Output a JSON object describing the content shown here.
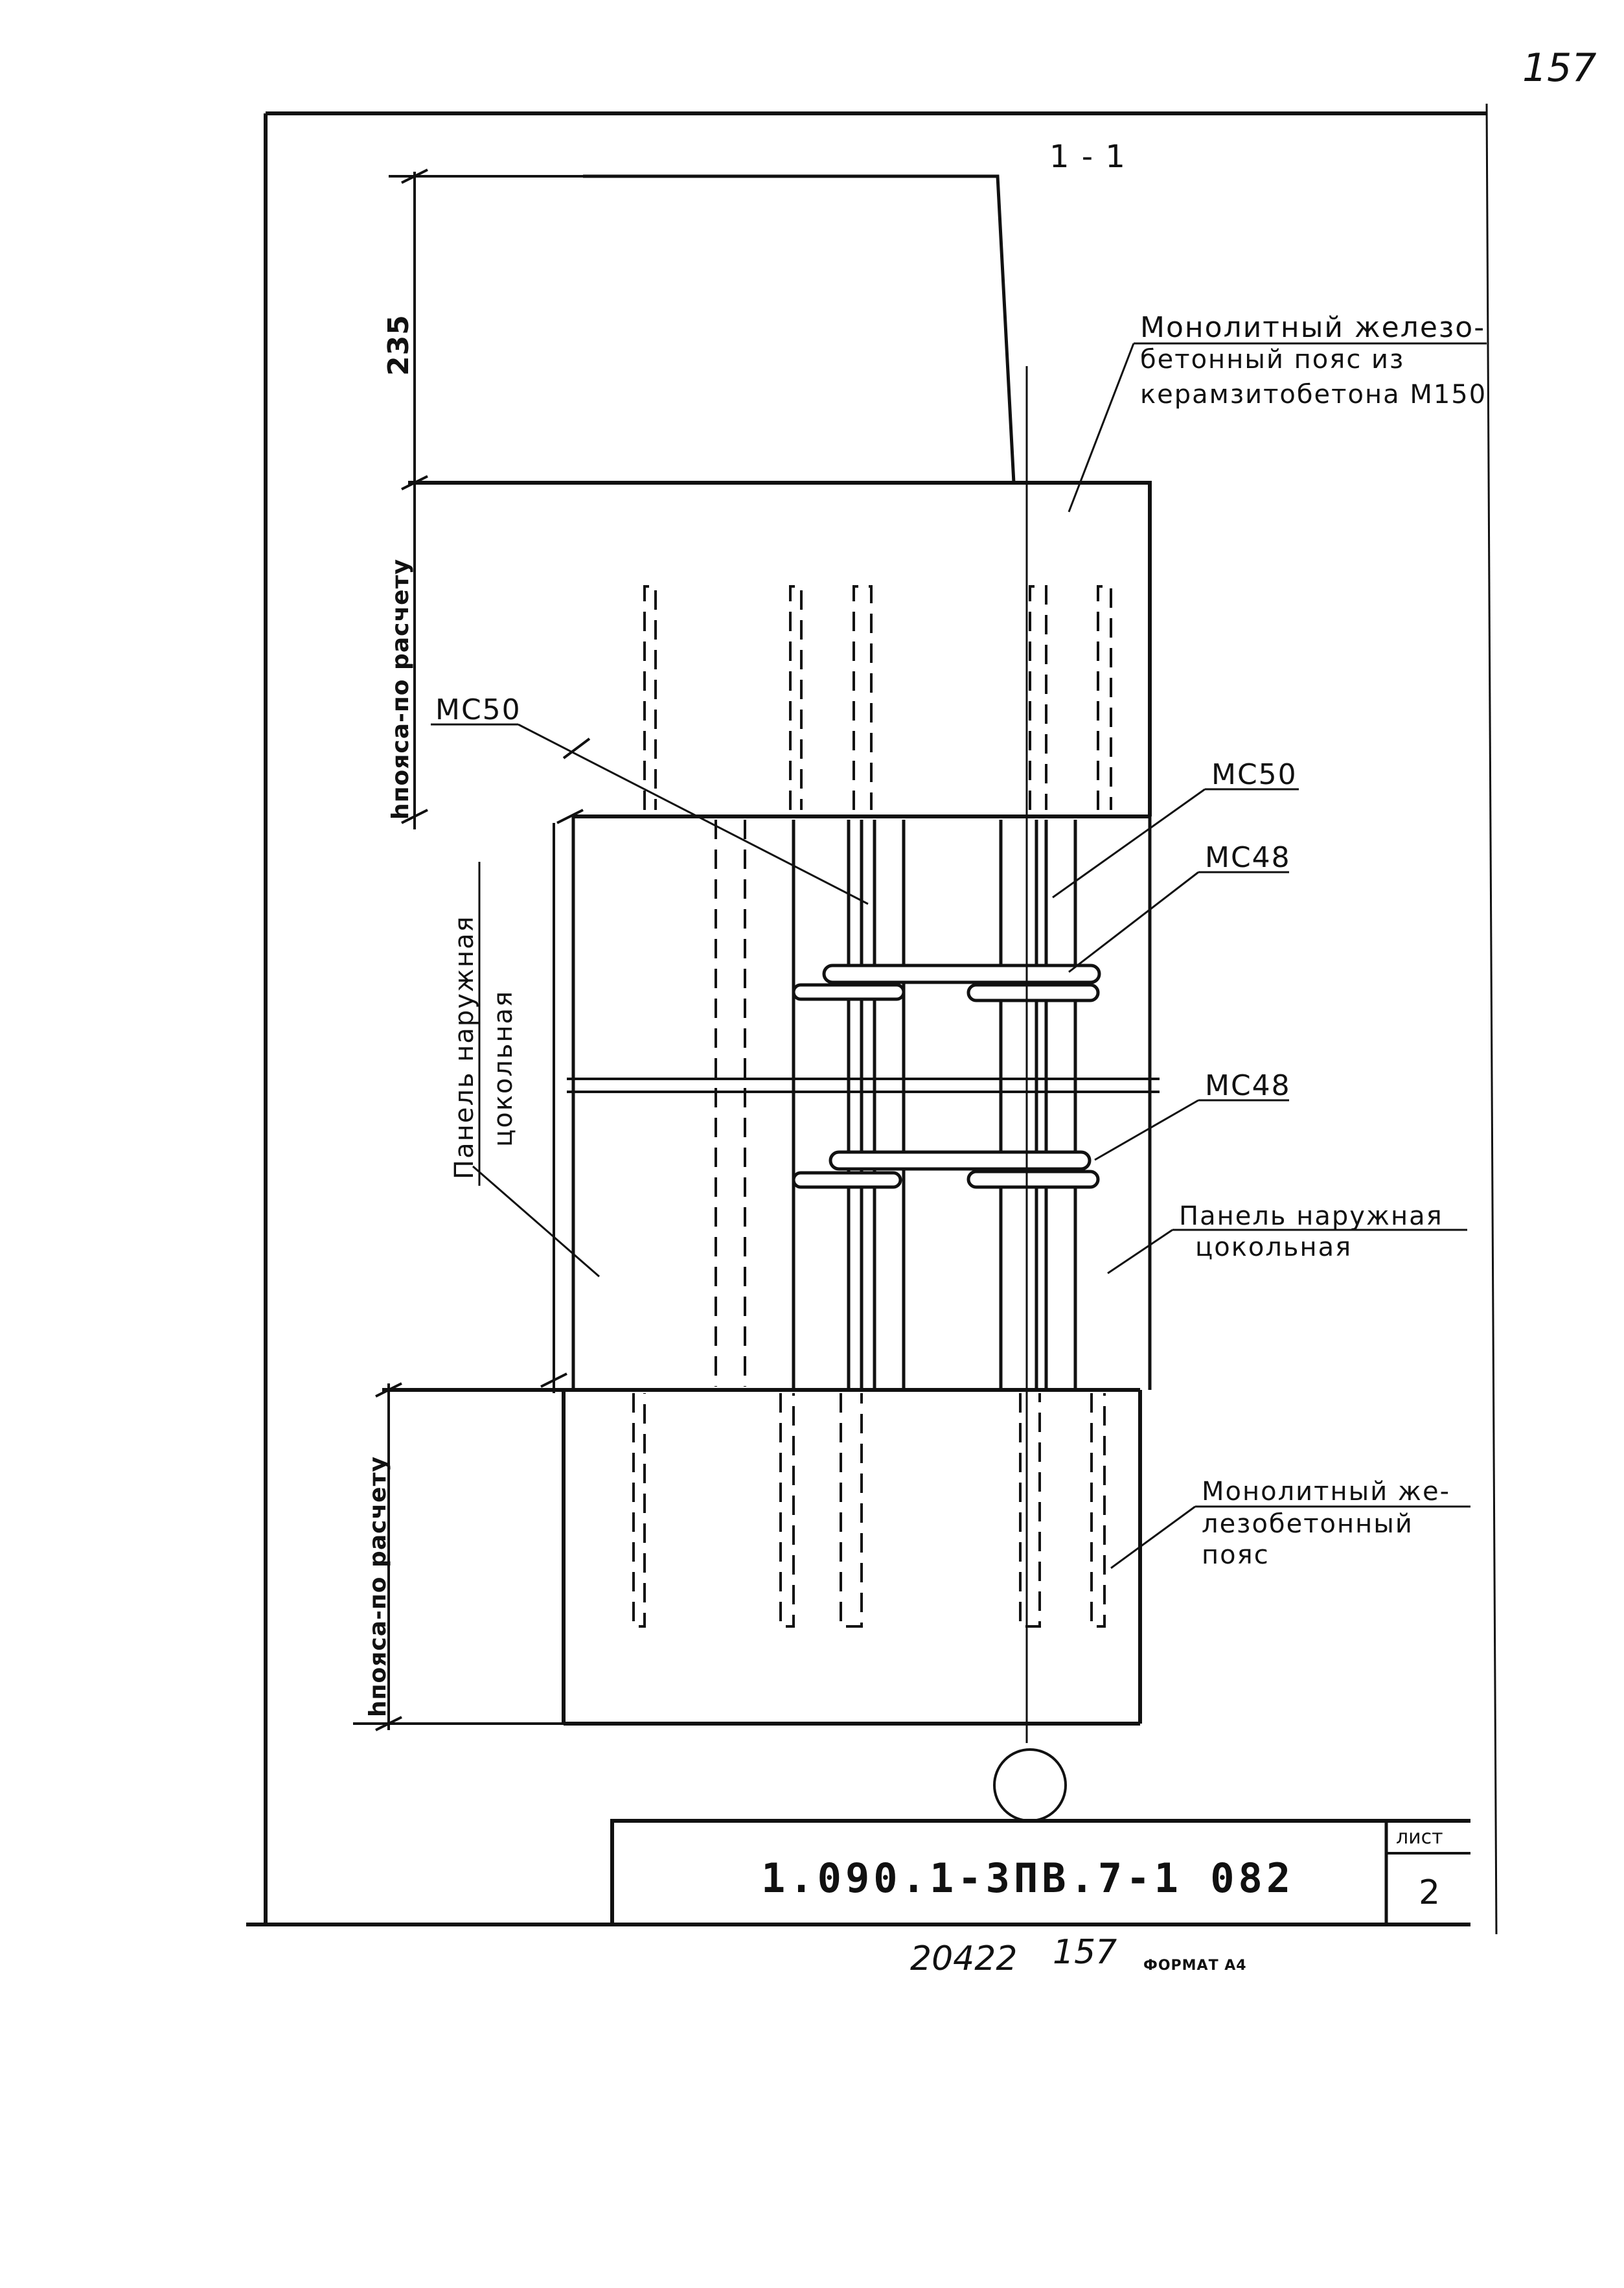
{
  "page_number_handwritten": "157",
  "section_mark": "1 - 1",
  "dimensions": {
    "top_height": "235",
    "upper_belt_height": "hпояса-по расчету",
    "lower_belt_height": "hпояса-по расчету"
  },
  "labels": {
    "upper_belt": [
      "Монолитный железо-",
      "бетонный пояс из",
      "керамзитобетона М150"
    ],
    "panel_right": [
      "Панель наружная",
      "цокольная"
    ],
    "panel_left": [
      "Панель наружная",
      "цокольная"
    ],
    "lower_belt": [
      "Монолитный же-",
      "лезобетонный",
      "пояс"
    ]
  },
  "marks": {
    "mc50_left": "МС50",
    "mc50_right": "МС50",
    "mc48_top": "МС48",
    "mc48_bottom": "МС48"
  },
  "title_block": {
    "document_code": "1.090.1-3ПВ.7-1 082",
    "sheet_label": "лист",
    "sheet_number": "2"
  },
  "footer": {
    "inventory_number": "20422",
    "page": "157",
    "format": "ФОРМАТ А4"
  }
}
